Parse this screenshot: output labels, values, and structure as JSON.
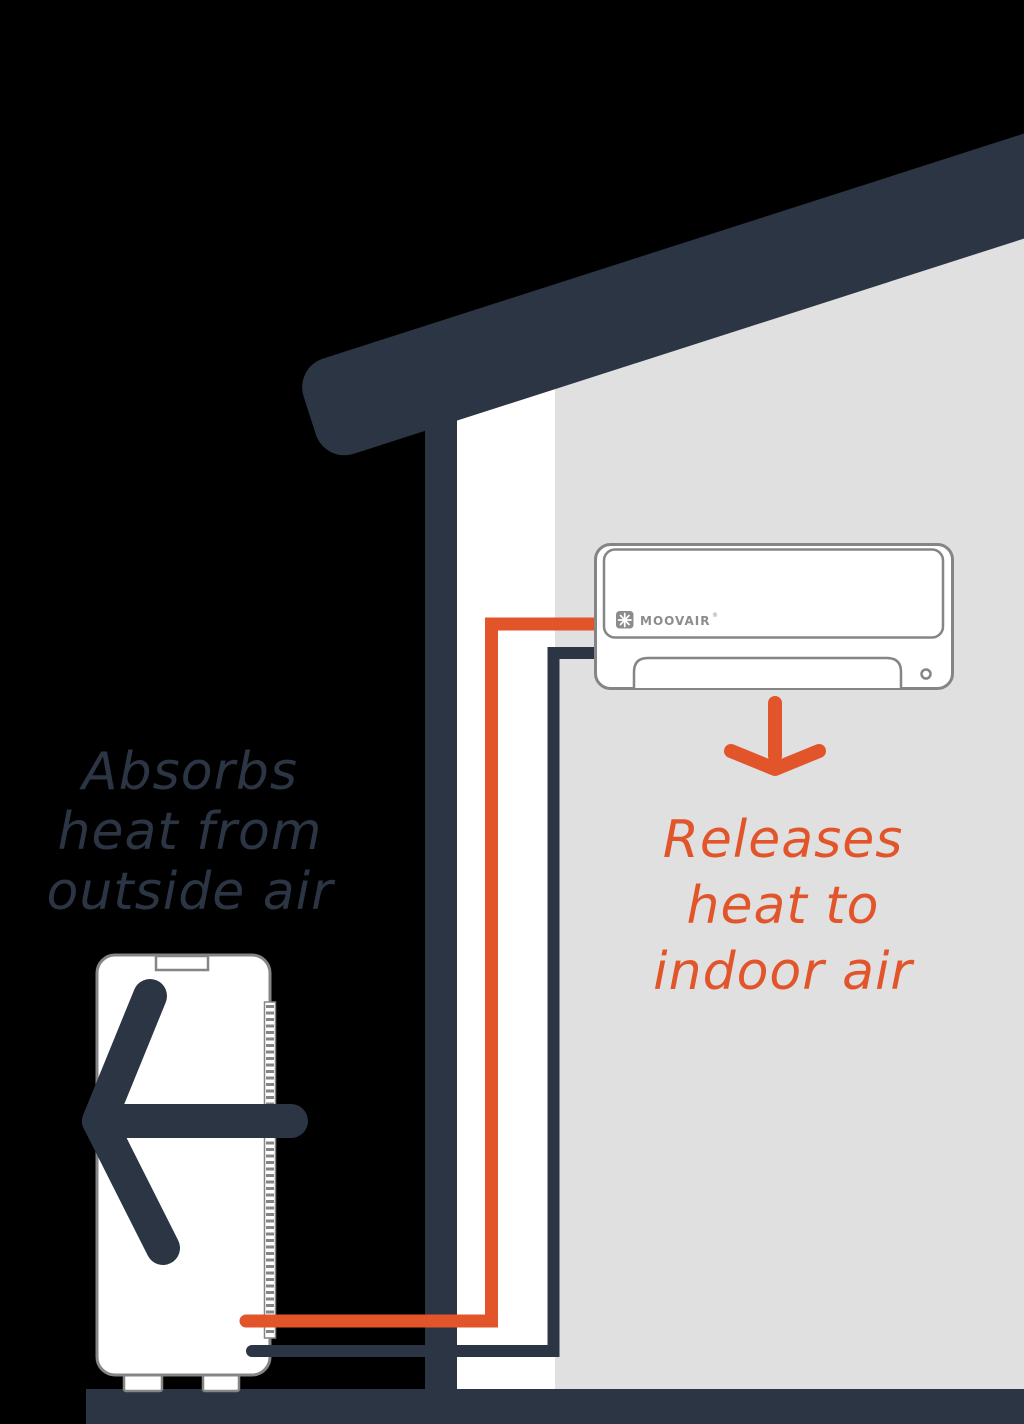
{
  "diagram": {
    "labels": {
      "outdoor": {
        "lines": [
          "Absorbs",
          "heat from",
          "outside air"
        ]
      },
      "indoor": {
        "lines": [
          "Releases",
          "heat to",
          "indoor air"
        ]
      }
    },
    "indoor_unit": {
      "brand": "MOOVAIR",
      "brand_mark": "®"
    },
    "icons": {
      "outdoor_airflow": "arrow-left-icon",
      "indoor_airflow": "arrow-down-icon",
      "brand_logo": "snowflake-icon"
    },
    "colors": {
      "background": "#000000",
      "navy": "#2C3544",
      "orange": "#E2552B",
      "wall_gray": "#E0E0E0",
      "white": "#FFFFFF",
      "unit_outline": "#858585",
      "logo_gray": "#8C8C8C"
    }
  }
}
